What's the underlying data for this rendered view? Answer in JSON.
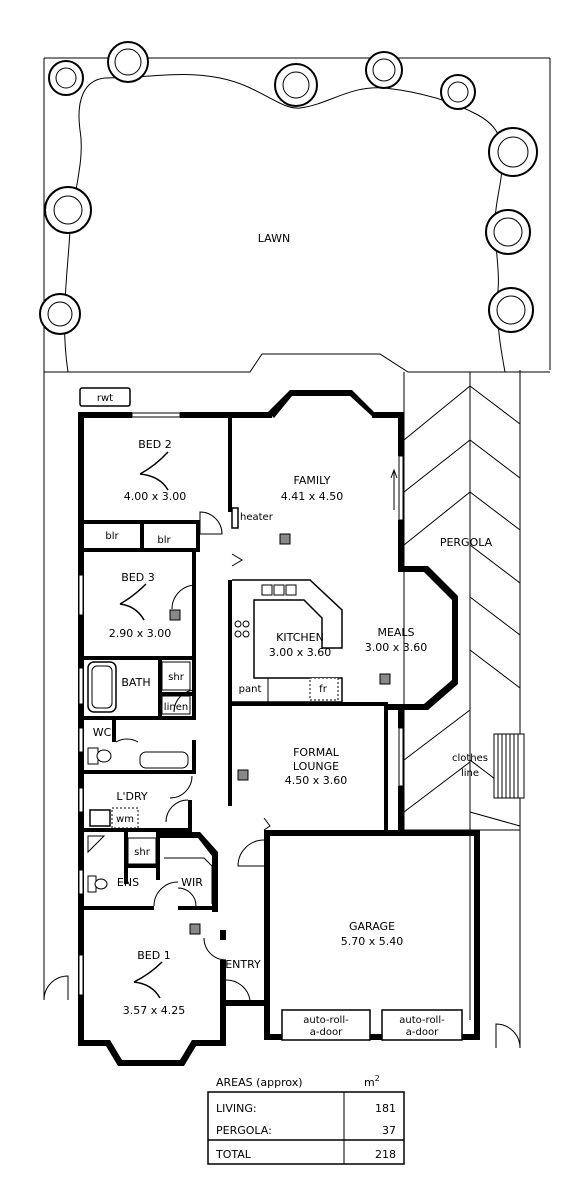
{
  "rooms": {
    "lawn": "LAWN",
    "bed2": {
      "name": "BED 2",
      "dims": "4.00 x 3.00"
    },
    "bed3": {
      "name": "BED 3",
      "dims": "2.90 x 3.00"
    },
    "family": {
      "name": "FAMILY",
      "dims": "4.41 x 4.50"
    },
    "kitchen": {
      "name": "KITCHEN",
      "dims": "3.00 x 3.60"
    },
    "meals": {
      "name": "MEALS",
      "dims": "3.00 x 3.60"
    },
    "formal_lounge": {
      "name_line1": "FORMAL",
      "name_line2": "LOUNGE",
      "dims": "4.50 x 3.60"
    },
    "garage": {
      "name": "GARAGE",
      "dims": "5.70 x 5.40"
    },
    "bed1": {
      "name": "BED 1",
      "dims": "3.57 x 4.25"
    },
    "bath": "BATH",
    "wc": "WC",
    "laundry": "L'DRY",
    "ens": "ENS",
    "wir": "WIR",
    "entry": "ENTRY",
    "pergola": "PERGOLA"
  },
  "labels": {
    "rwt": "rwt",
    "heater": "heater",
    "blr1": "blr",
    "blr2": "blr",
    "shr_bath": "shr",
    "linen": "linen",
    "wm": "wm",
    "shr_ens": "shr",
    "pant": "pant",
    "fr": "fr",
    "clothes_line1": "clothes",
    "clothes_line2": "line",
    "door1_line1": "auto-roll-",
    "door1_line2": "a-door",
    "door2_line1": "auto-roll-",
    "door2_line2": "a-door"
  },
  "areas": {
    "title": "AREAS (approx)",
    "unit": "m",
    "unit_sup": "2",
    "rows": [
      {
        "label": "LIVING:",
        "value": "181"
      },
      {
        "label": "PERGOLA:",
        "value": "37"
      }
    ],
    "total_label": "TOTAL",
    "total_value": "218"
  }
}
